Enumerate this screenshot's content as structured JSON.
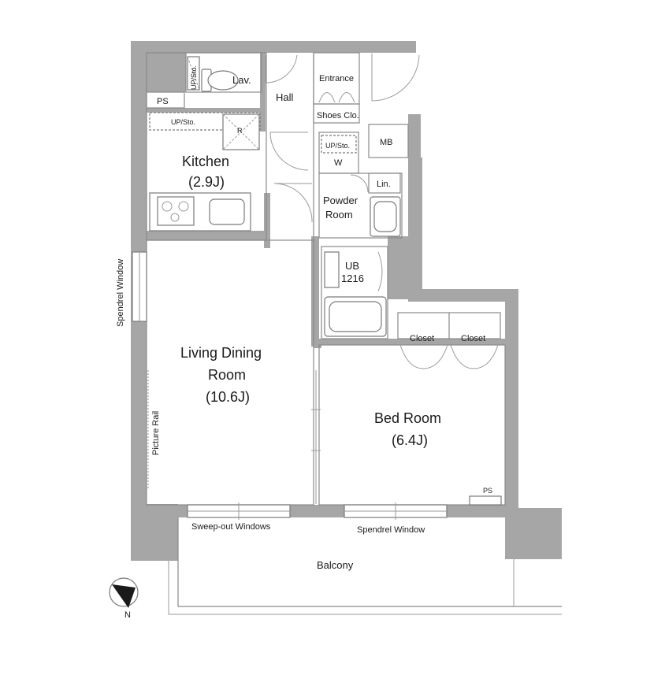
{
  "rooms": {
    "lav": "Lav.",
    "ps_top": "PS",
    "up_sto_lav": "UP/Sto.",
    "hall": "Hall",
    "entrance": "Entrance",
    "shoes_closet": "Shoes Clo.",
    "kitchen": "Kitchen",
    "kitchen_size": "(2.9J)",
    "up_sto_kitchen": "UP/Sto.",
    "refrigerator": "R",
    "mb": "MB",
    "up_sto_washer": "UP/Sto.",
    "washer": "W",
    "linen": "Lin.",
    "powder_room_l1": "Powder",
    "powder_room_l2": "Room",
    "ub_l1": "UB",
    "ub_l2": "1216",
    "living_l1": "Living Dining",
    "living_l2": "Room",
    "living_size": "(10.6J)",
    "closet_1": "Closet",
    "closet_2": "Closet",
    "bedroom": "Bed Room",
    "bedroom_size": "(6.4J)",
    "ps_bed": "PS",
    "balcony": "Balcony"
  },
  "features": {
    "spendrel_window_left": "Spendrel Window",
    "picture_rail": "Picture Rail",
    "sweep_out_windows": "Sweep-out Windows",
    "spendrel_window_bottom": "Spendrel Window"
  },
  "compass": {
    "north": "N"
  }
}
